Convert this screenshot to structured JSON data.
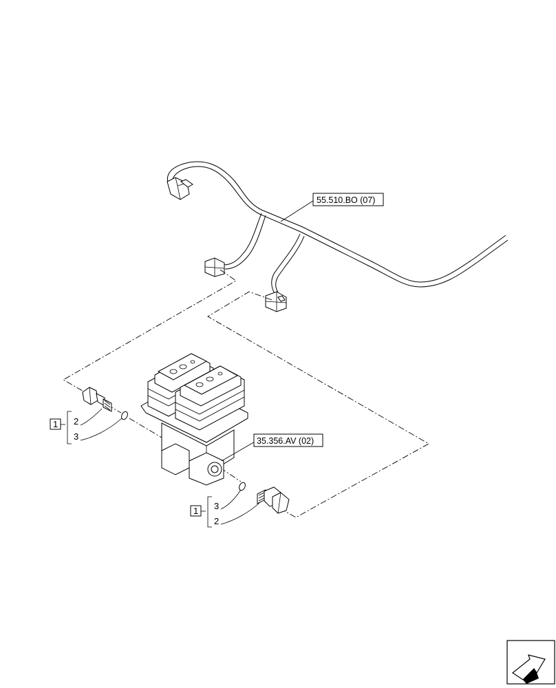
{
  "references": {
    "harness_ref": "55.510.BO (07)",
    "valve_ref": "35.356.AV (02)"
  },
  "callouts": {
    "left": {
      "group": "1",
      "item_a": "2",
      "item_b": "3"
    },
    "right": {
      "group": "1",
      "item_a": "3",
      "item_b": "2"
    }
  },
  "icons": {
    "nav": "next-page-arrow-icon"
  }
}
